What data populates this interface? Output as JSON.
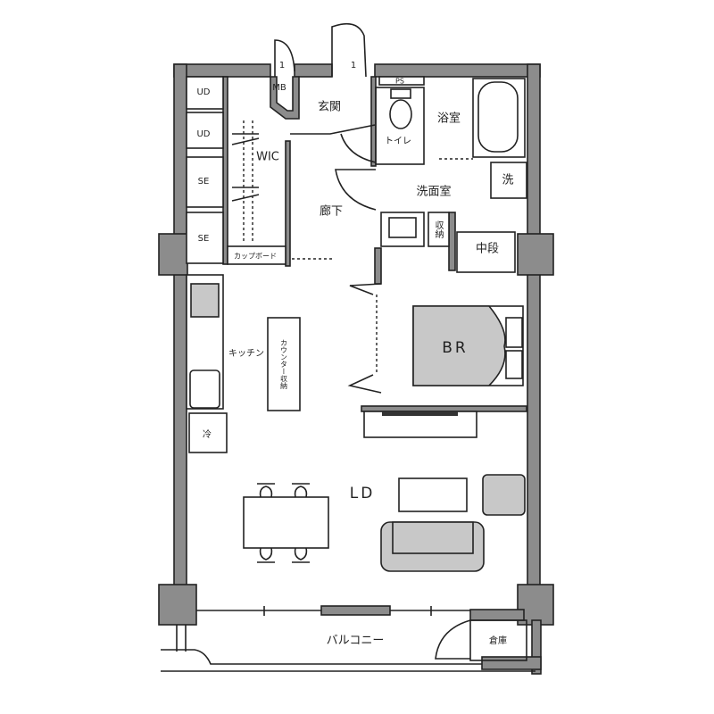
{
  "plan": {
    "rooms": {
      "mb": "MB",
      "entrance": "玄関",
      "toilet": "トイレ",
      "bathroom": "浴室",
      "washer": "洗",
      "washroom": "洗面室",
      "hallway": "廊下",
      "wic": "WIC",
      "storage": "収納",
      "middle_shelf": "中段",
      "cupboard": "カップボード",
      "kitchen": "キッチン",
      "counter_storage": "カウンター収納",
      "bedroom": "BR",
      "living_dining": "LD",
      "balcony": "バルコニー",
      "shed": "倉庫",
      "fridge": "冷",
      "ps": "PS"
    },
    "closets": [
      "UD",
      "UD",
      "SE",
      "SE"
    ],
    "door_marks": [
      "1",
      "1"
    ],
    "colors": {
      "wall": "#8c8c8c",
      "furniture": "#c8c8c8",
      "line": "#222222"
    }
  }
}
